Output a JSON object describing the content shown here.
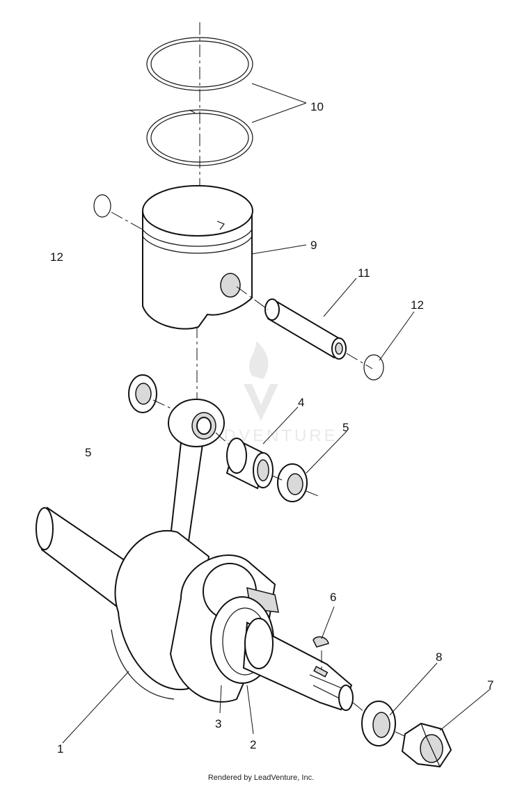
{
  "diagram": {
    "callouts": [
      {
        "id": "c10",
        "label": "10"
      },
      {
        "id": "c9",
        "label": "9"
      },
      {
        "id": "c12a",
        "label": "12"
      },
      {
        "id": "c11",
        "label": "11"
      },
      {
        "id": "c12b",
        "label": "12"
      },
      {
        "id": "c4",
        "label": "4"
      },
      {
        "id": "c5a",
        "label": "5"
      },
      {
        "id": "c5b",
        "label": "5"
      },
      {
        "id": "c6",
        "label": "6"
      },
      {
        "id": "c8",
        "label": "8"
      },
      {
        "id": "c7",
        "label": "7"
      },
      {
        "id": "c3",
        "label": "3"
      },
      {
        "id": "c2",
        "label": "2"
      },
      {
        "id": "c1",
        "label": "1"
      }
    ],
    "watermark": "LEADVENTURE",
    "footer": "Rendered by LeadVenture, Inc."
  }
}
